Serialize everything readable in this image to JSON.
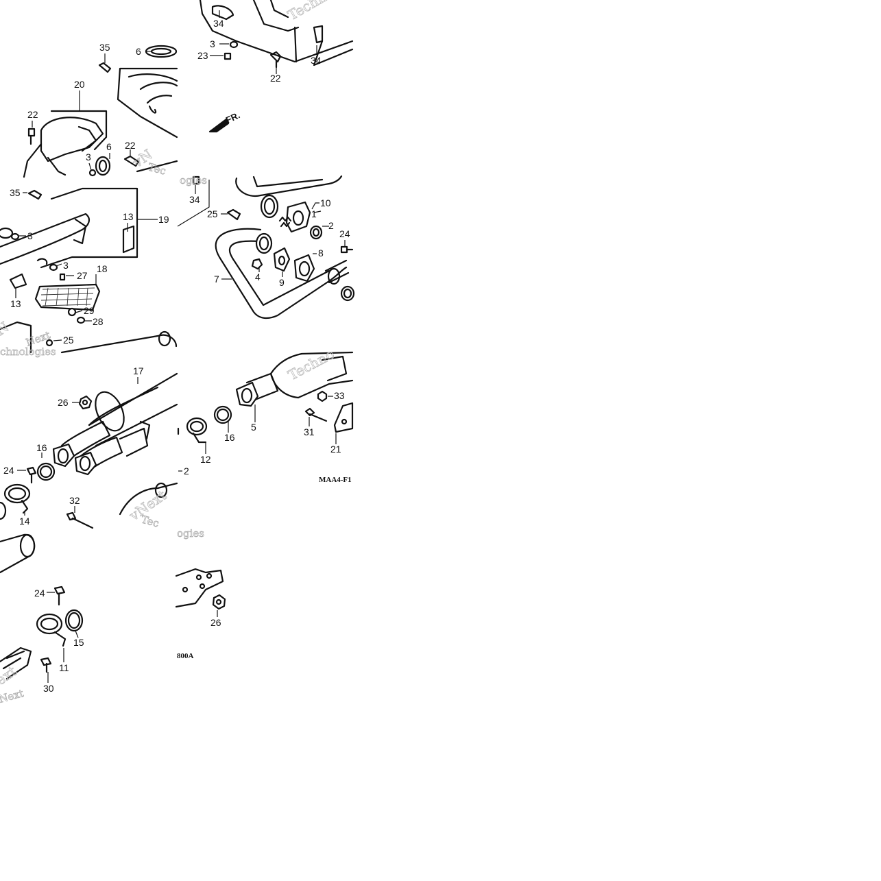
{
  "diagram": {
    "front_arrow_label": "FR.",
    "codes": [
      "MAA4-F1",
      "800A"
    ],
    "watermark": {
      "lines": [
        "vNext",
        "Technologies"
      ],
      "fragments": [
        "ogies",
        "Techno",
        "nologies",
        "Tec",
        "vN",
        "chnologies",
        "Next",
        "ext",
        "N"
      ]
    },
    "callouts": [
      "1",
      "2",
      "3",
      "4",
      "5",
      "6",
      "7",
      "8",
      "9",
      "10",
      "11",
      "12",
      "13",
      "14",
      "15",
      "16",
      "17",
      "18",
      "19",
      "20",
      "21",
      "22",
      "23",
      "24",
      "25",
      "26",
      "27",
      "28",
      "29",
      "30",
      "31",
      "32",
      "33",
      "34",
      "35"
    ]
  }
}
